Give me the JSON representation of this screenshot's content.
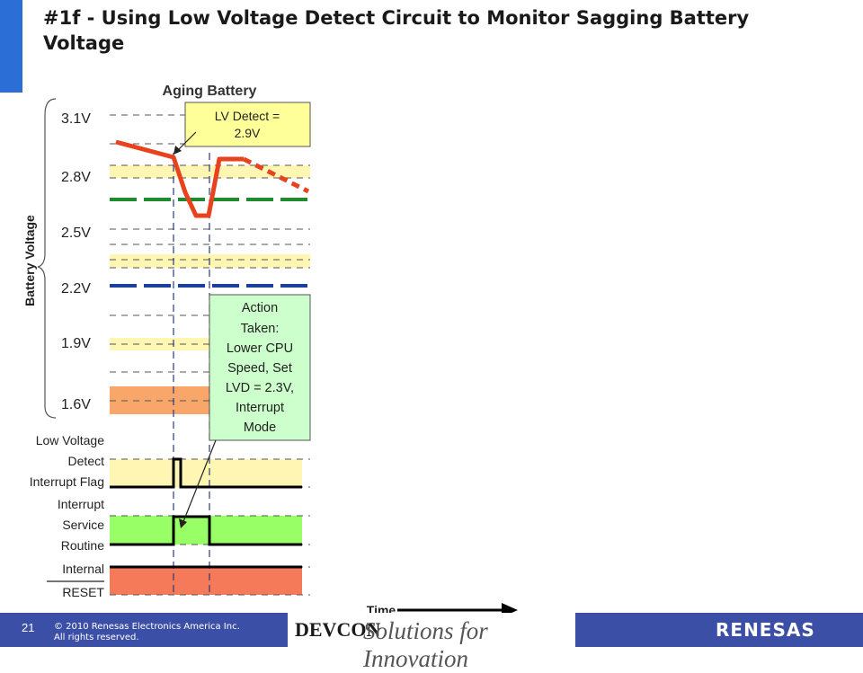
{
  "slide": {
    "title": "#1f - Using Low Voltage Detect Circuit to Monitor Sagging Battery Voltage",
    "number": "21",
    "copyright_line1": "© 2010 Renesas Electronics America Inc.",
    "copyright_line2": "All rights reserved.",
    "event_logo": "DEVCON",
    "tagline": "Solutions for Innovation",
    "brand_logo": "RENESAS"
  },
  "diagram": {
    "heading": "Aging Battery",
    "y_axis_label": "Battery Voltage",
    "voltage_levels": [
      "3.1V",
      "2.8V",
      "2.5V",
      "2.2V",
      "1.9V",
      "1.6V"
    ],
    "signals": {
      "lvd_flag": [
        "Low Voltage",
        "Detect",
        "Interrupt Flag"
      ],
      "isr": [
        "Interrupt",
        "Service",
        "Routine"
      ],
      "reset_line1": "Internal",
      "reset_line2": "RESET"
    },
    "callouts": {
      "lv_detect": [
        "LV Detect =",
        "2.9V"
      ],
      "action": [
        "Action",
        "Taken:",
        "Lower CPU",
        "Speed, Set",
        "LVD = 2.3V,",
        "Interrupt",
        "Mode"
      ]
    },
    "time_label": "Time"
  },
  "colors": {
    "accent_blue": "#2b6fd6",
    "footer_blue": "#3c4fa6",
    "battery_curve": "#e8421e",
    "lvd_threshold_green": "#1e8b2e",
    "lvd_threshold_blue": "#1c3f9e",
    "band_yellow": "#fff6b3",
    "band_orange": "#f9a66a",
    "band_green": "#99ff66",
    "band_red": "#f57a5a",
    "callout_yellow": "#ffff99",
    "callout_green": "#ccffcc"
  }
}
